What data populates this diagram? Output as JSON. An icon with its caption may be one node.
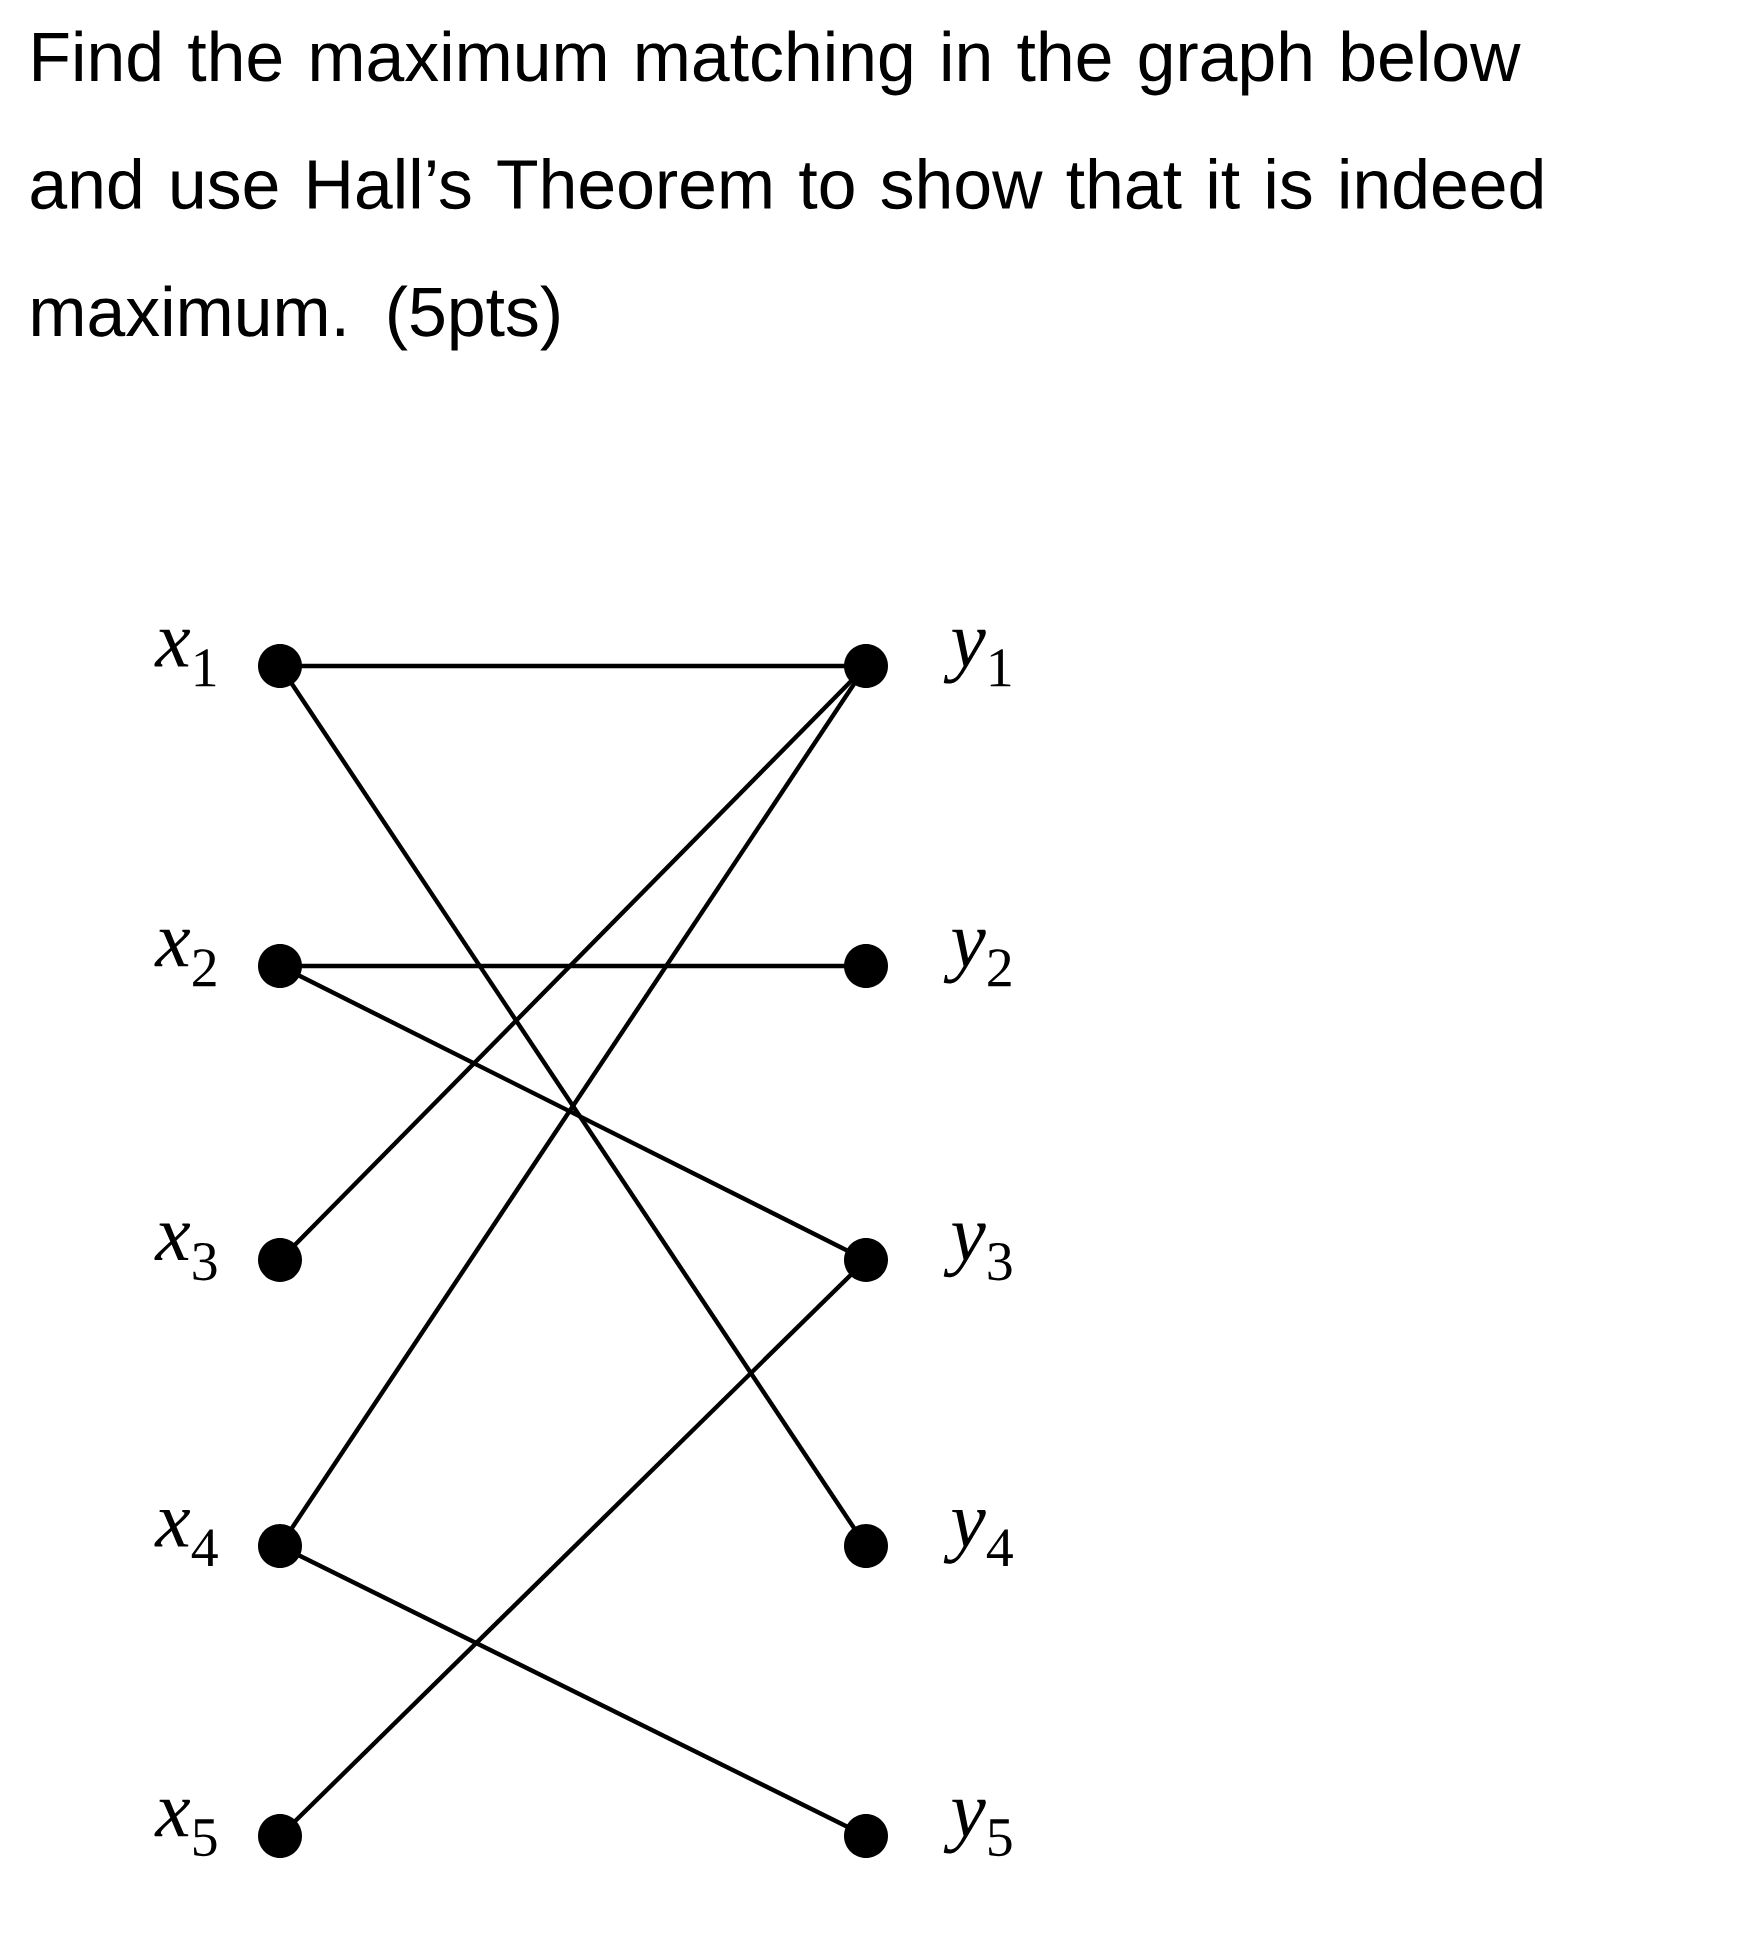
{
  "diagram": {
    "title": "Find the maximum matching in the graph below and use Hall’s Theorem to show that it is indeed maximum. (5pts)",
    "nodes": [
      {
        "text": [
          "*x*$_{1}$"
        ]
      },
      {
        "text": [
          "*x*$_{2}$"
        ]
      },
      {
        "text": [
          "*x*$_{3}$"
        ]
      },
      {
        "text": [
          "*x*$_{4}$"
        ]
      },
      {
        "text": [
          "*x*$_{5}$"
        ]
      },
      {
        "text": [
          "*y*$_{1}$"
        ]
      },
      {
        "text": [
          "*y*$_{2}$"
        ]
      },
      {
        "text": [
          "*y*$_{3}$"
        ]
      },
      {
        "text": [
          "*y*$_{4}$"
        ]
      },
      {
        "text": [
          "*y*$_{5}$"
        ]
      }
    ],
    "edges": [
      {
        "from": 0,
        "to": 5,
        "arrow": "none"
      },
      {
        "from": 0,
        "to": 8,
        "arrow": "none"
      },
      {
        "from": 1,
        "to": 6,
        "arrow": "none"
      },
      {
        "from": 1,
        "to": 7,
        "arrow": "none"
      },
      {
        "from": 2,
        "to": 5,
        "arrow": "none"
      },
      {
        "from": 3,
        "to": 5,
        "arrow": "none"
      },
      {
        "from": 3,
        "to": 9,
        "arrow": "none"
      },
      {
        "from": 4,
        "to": 7,
        "arrow": "none"
      }
    ]
  }
}
